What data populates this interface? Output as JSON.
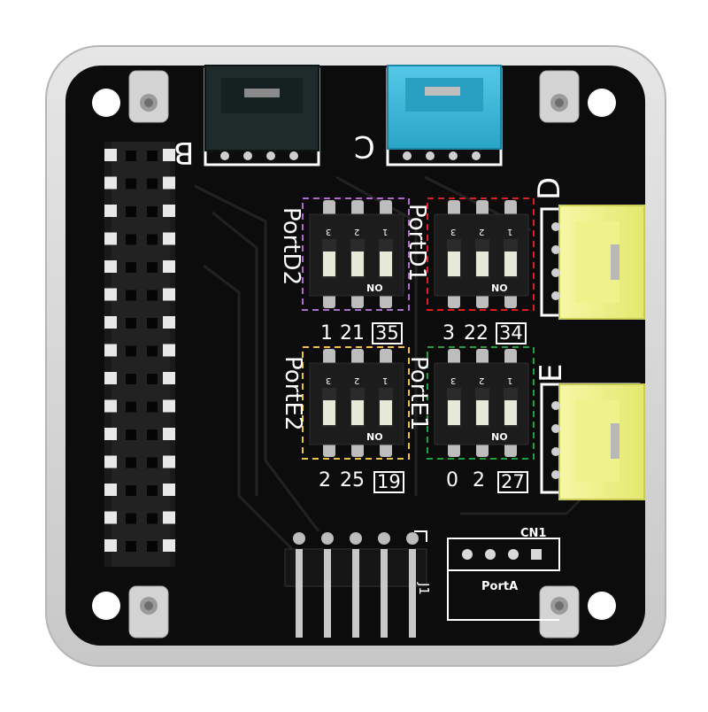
{
  "labels": {
    "port_b": "B",
    "port_c": "C",
    "port_d": "D",
    "port_e": "E",
    "portd2": "PortD2",
    "portd1": "PortD1",
    "porte2": "PortE2",
    "porte1": "PortE1",
    "cn1": "CN1",
    "porta": "PortA",
    "j1": "J1",
    "on": "ON"
  },
  "dip_switch_numbers": [
    "3",
    "2",
    "1"
  ],
  "pin_rows": {
    "portd2": [
      "1",
      "21",
      "35"
    ],
    "portd1": [
      "3",
      "22",
      "34"
    ],
    "porte2": [
      "2",
      "25",
      "19"
    ],
    "porte1": [
      "0",
      "2",
      "27"
    ]
  },
  "colors": {
    "case": "#d9d9d9",
    "pcb": "#0c0c0c",
    "connector_b": "#1f2b29",
    "connector_c": "#3fb8d8",
    "connector_yellow": "#eef28a",
    "dashed_purple": "#b06ad0",
    "dashed_red": "#e02020",
    "dashed_yellow": "#f0c040",
    "dashed_green": "#20a040"
  }
}
